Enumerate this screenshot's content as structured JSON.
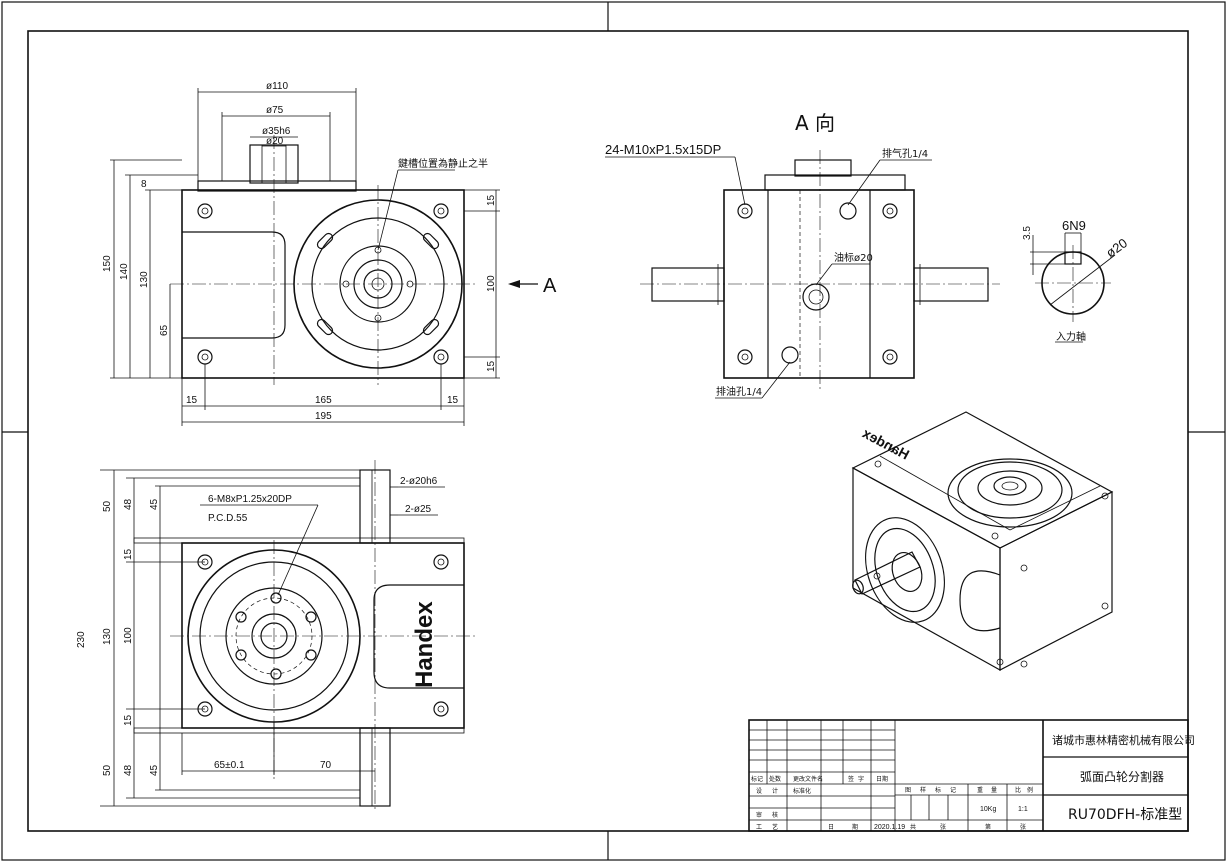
{
  "front_view": {
    "dims_top": [
      "ø110",
      "ø75",
      "ø35h6",
      "ø20"
    ],
    "note_position": "鍵槽位置為静止之半",
    "dims_left": [
      "150",
      "140",
      "130",
      "65",
      "8"
    ],
    "dims_right": [
      "15",
      "100",
      "15"
    ],
    "dims_bottom": [
      "15",
      "165",
      "15",
      "195"
    ],
    "view_arrow": "A"
  },
  "side_view": {
    "title": "A 向",
    "callout_holes": "24-M10xP1.5x15DP",
    "note_vent": "排气孔1/4",
    "note_oil_level": "油标ø20",
    "note_drain": "排油孔1/4"
  },
  "shaft_section": {
    "dim_depth": "3.5",
    "dim_key": "6N9",
    "dim_dia": "ø20",
    "label": "入力軸"
  },
  "top_view": {
    "dims_left": [
      "50",
      "48",
      "45",
      "230",
      "130",
      "100",
      "15",
      "15",
      "50",
      "48",
      "45"
    ],
    "callout_shaft": "2-ø20h6",
    "callout_bore": "2-ø25",
    "callout_holes": "6-M8xP1.25x20DP",
    "callout_pcd": "P.C.D.55",
    "dims_bottom": [
      "65±0.1",
      "70"
    ],
    "brand": "Handex"
  },
  "iso_view": {
    "brand": "Handex"
  },
  "title_block": {
    "company": "诸城市惠林精密机械有限公司",
    "product": "弧面凸轮分割器",
    "model": "RU70DFH-标准型",
    "weight": "10Kg",
    "scale": "1:1",
    "date": "2020.1.19",
    "hdr_row": [
      "标记",
      "处数",
      "更改文件名",
      "签",
      "字",
      "日期"
    ],
    "row_design": [
      "设",
      "计",
      "标准化"
    ],
    "row_check": [
      "审",
      "核"
    ],
    "row_approve": [
      "工",
      "艺",
      "日",
      "期"
    ],
    "col_hdrs": [
      "图",
      "样",
      "标",
      "记",
      "重",
      "量",
      "比",
      "例"
    ],
    "sheet_labels": [
      "共",
      "张",
      "第",
      "张"
    ]
  }
}
